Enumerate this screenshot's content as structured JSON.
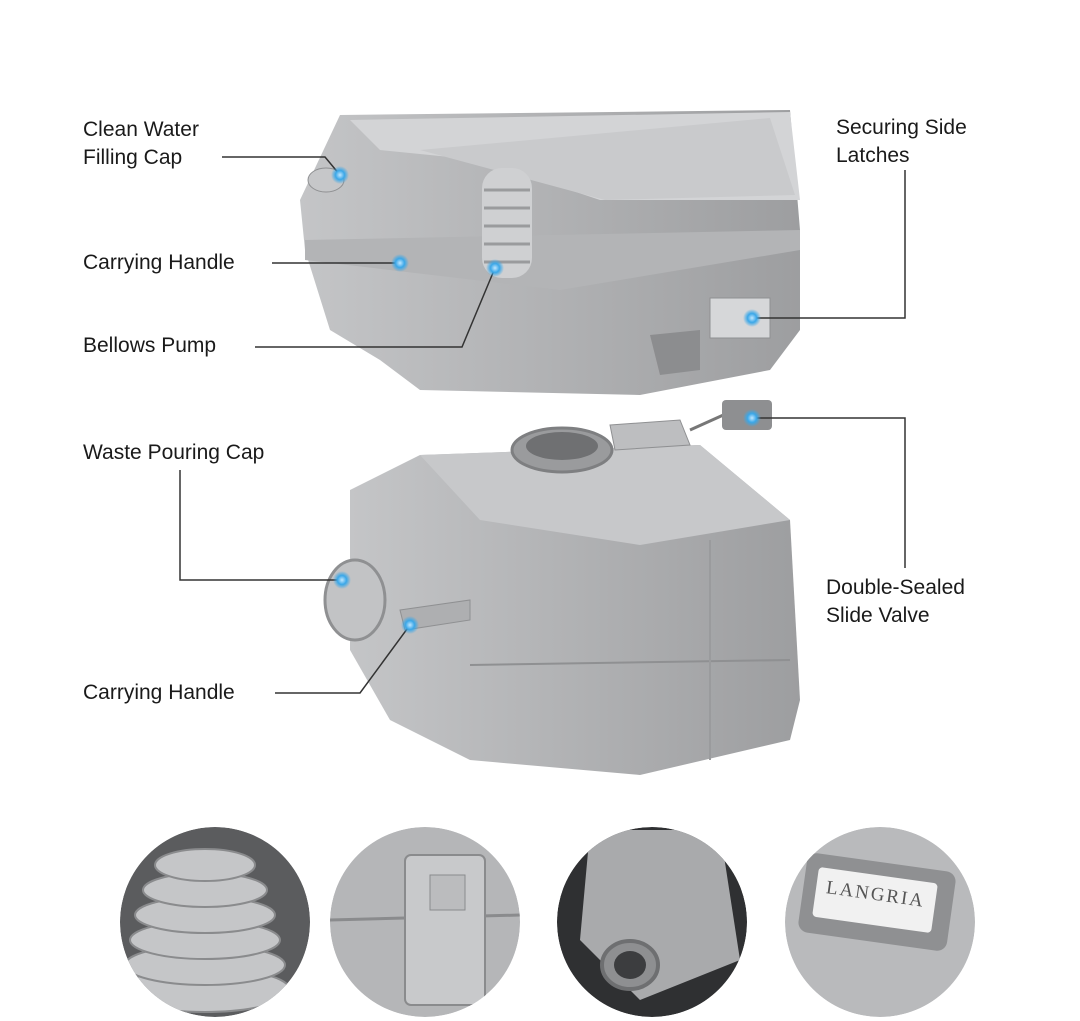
{
  "labels": {
    "clean_water_cap": [
      "Clean Water",
      "Filling Cap"
    ],
    "securing_latches": [
      "Securing Side",
      "Latches"
    ],
    "carrying_handle_top": "Carrying Handle",
    "bellows_pump": "Bellows Pump",
    "waste_pouring_cap": "Waste Pouring Cap",
    "slide_valve": [
      "Double-Sealed",
      "Slide Valve"
    ],
    "carrying_handle_bottom": "Carrying Handle"
  },
  "brand_text": "LANGRIA",
  "colors": {
    "marker": "#3aa7e8",
    "body": "#b8b9bb",
    "line": "#333333"
  }
}
